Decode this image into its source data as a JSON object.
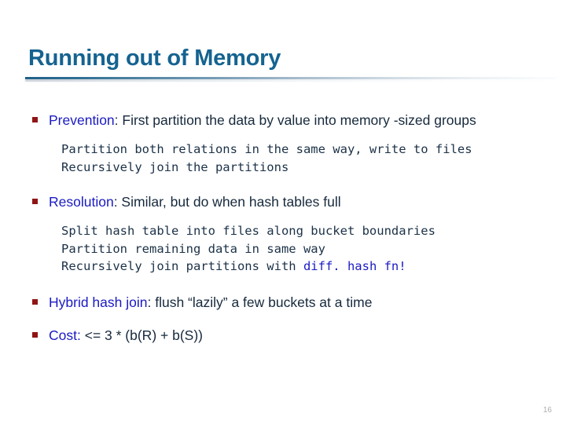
{
  "slide": {
    "title": "Running out of Memory",
    "page_number": "16",
    "colors": {
      "title": "#156390",
      "bullet_marker": "#8f1515",
      "body_text": "#16293c",
      "highlight": "#1a1ac3",
      "mono_text": "#1b3147",
      "page_number": "#aeaeae",
      "background": "#ffffff"
    },
    "bullets": [
      {
        "marker": "square-bullet",
        "label": "Prevention",
        "rest": ":  First partition the data by value into memory -sized groups",
        "sub_lines": [
          "Partition both relations in the same way, write to files",
          "Recursively join the partitions"
        ]
      },
      {
        "marker": "square-bullet",
        "label": "Resolution",
        "rest": ":  Similar, but do when hash tables full",
        "sub_lines": [
          "Split hash table into files along bucket boundaries",
          "Partition remaining data in same way",
          "Recursively join partitions with ",
          "diff. hash fn!"
        ]
      },
      {
        "marker": "square-bullet",
        "label": "Hybrid hash join",
        "rest": ": flush “lazily” a few buckets at a time",
        "sub_lines": []
      },
      {
        "marker": "square-bullet",
        "label": "Cost:",
        "rest": "  <= 3 * (b(R) + b(S))",
        "sub_lines": []
      }
    ]
  }
}
